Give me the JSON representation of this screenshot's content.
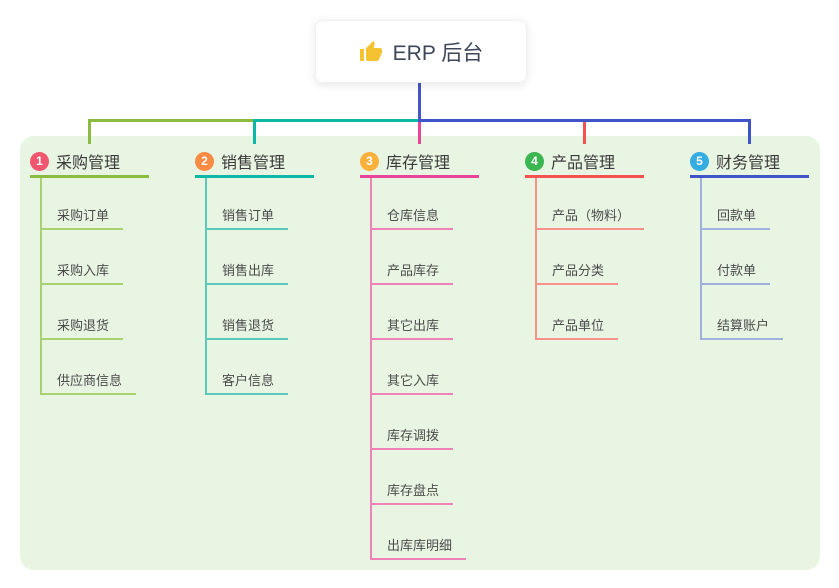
{
  "root": {
    "label": "ERP 后台",
    "icon": "thumbs-up-icon",
    "icon_color": "#f5c232"
  },
  "colors": {
    "root_stem": "#4355c8",
    "panel_bg": "#e9f5e3",
    "branch_text": "#3a3a3a",
    "child_text": "#4b4b4b",
    "root_text": "#3d4757"
  },
  "branches": [
    {
      "number": "1",
      "label": "采购管理",
      "badge_color": "#f2566f",
      "line_color": "#8cbb41",
      "child_line_color": "#a9d172",
      "children": [
        "采购订单",
        "采购入库",
        "采购退货",
        "供应商信息"
      ]
    },
    {
      "number": "2",
      "label": "销售管理",
      "badge_color": "#f98b44",
      "line_color": "#0cb9a6",
      "child_line_color": "#5cc8bb",
      "children": [
        "销售订单",
        "销售出库",
        "销售退货",
        "客户信息"
      ]
    },
    {
      "number": "3",
      "label": "库存管理",
      "badge_color": "#fbb03a",
      "line_color": "#e8459a",
      "child_line_color": "#ee82b9",
      "children": [
        "仓库信息",
        "产品库存",
        "其它出库",
        "其它入库",
        "库存调拨",
        "库存盘点",
        "出库库明细"
      ]
    },
    {
      "number": "4",
      "label": "产品管理",
      "badge_color": "#3cb650",
      "line_color": "#f4514f",
      "child_line_color": "#f9918b",
      "children": [
        "产品（物料）",
        "产品分类",
        "产品单位"
      ]
    },
    {
      "number": "5",
      "label": "财务管理",
      "badge_color": "#35ade2",
      "line_color": "#4053c8",
      "child_line_color": "#9fb0dc",
      "children": [
        "回款单",
        "付款单",
        "结算账户"
      ]
    }
  ]
}
